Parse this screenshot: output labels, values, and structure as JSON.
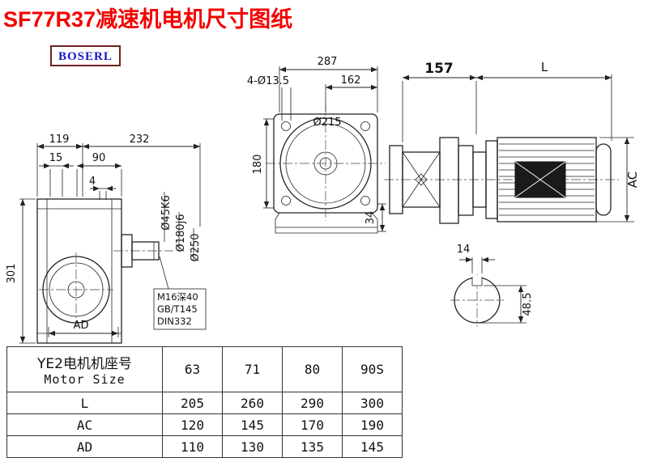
{
  "page": {
    "title": "SF77R37减速机电机尺寸图纸",
    "logo": "BOSERL"
  },
  "left_view": {
    "d119": "119",
    "d232": "232",
    "d15": "15",
    "d90": "90",
    "d4": "4",
    "d301": "301",
    "dAD": "AD",
    "shaft_dia": "Ø45K6",
    "spigot_dia": "Ø180j6",
    "flange_dia": "Ø250",
    "note1": "M16深40",
    "note2": "GB/T145",
    "note3": "DIN332"
  },
  "front_view": {
    "d287": "287",
    "d162": "162",
    "holes": "4-Ø13.5",
    "bore": "Ø215",
    "d180": "180",
    "d34": "34"
  },
  "motor_view": {
    "d157": "157",
    "dL": "L",
    "dAC": "AC"
  },
  "shaft_section": {
    "d14": "14",
    "d485": "48.5"
  },
  "table": {
    "header": {
      "line1": "YE2电机机座号",
      "line2": "Motor Size"
    },
    "sizes": [
      "63",
      "71",
      "80",
      "90S"
    ],
    "rows": [
      {
        "label": "L",
        "values": [
          "205",
          "260",
          "290",
          "300"
        ]
      },
      {
        "label": "AC",
        "values": [
          "120",
          "145",
          "170",
          "190"
        ]
      },
      {
        "label": "AD",
        "values": [
          "110",
          "130",
          "135",
          "145"
        ]
      }
    ]
  }
}
